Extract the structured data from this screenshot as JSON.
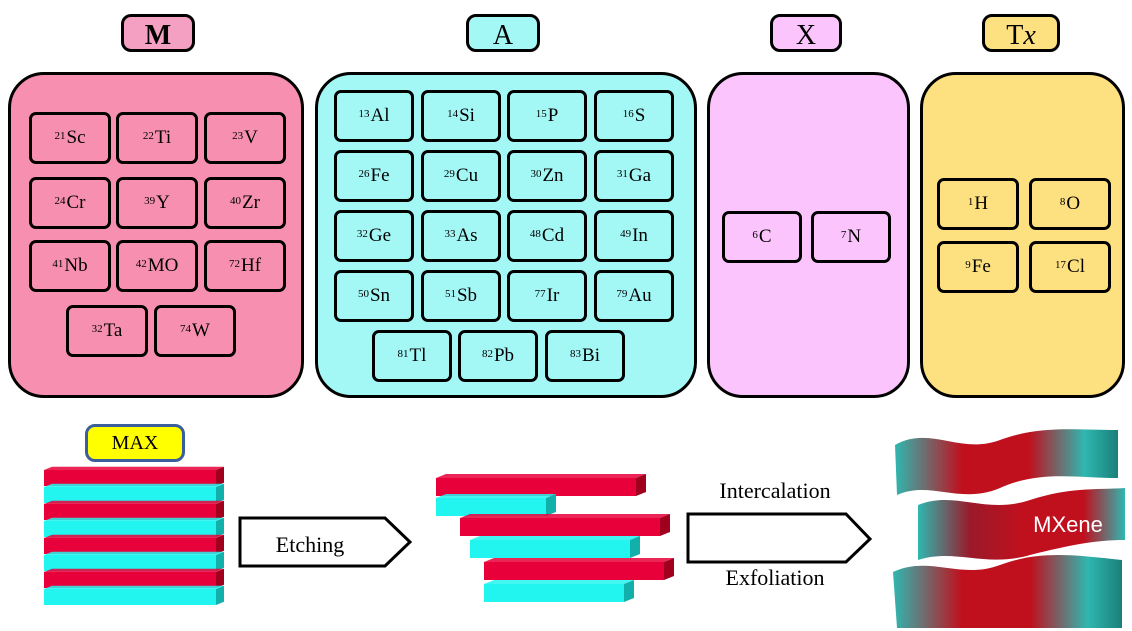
{
  "groups": {
    "m": {
      "label": "M",
      "color": "#f78fb0",
      "label_color": "#f3a0c2",
      "elements": [
        {
          "num": "21",
          "sym": "Sc"
        },
        {
          "num": "22",
          "sym": "Ti"
        },
        {
          "num": "23",
          "sym": "V"
        },
        {
          "num": "24",
          "sym": "Cr"
        },
        {
          "num": "39",
          "sym": "Y"
        },
        {
          "num": "40",
          "sym": "Zr"
        },
        {
          "num": "41",
          "sym": "Nb"
        },
        {
          "num": "42",
          "sym": "MO"
        },
        {
          "num": "72",
          "sym": "Hf"
        },
        {
          "num": "32",
          "sym": "Ta"
        },
        {
          "num": "74",
          "sym": "W"
        }
      ]
    },
    "a": {
      "label": "A",
      "color": "#a3f8f6",
      "label_color": "#a3f8f6",
      "elements": [
        {
          "num": "13",
          "sym": "Al"
        },
        {
          "num": "14",
          "sym": "Si"
        },
        {
          "num": "15",
          "sym": "P"
        },
        {
          "num": "16",
          "sym": "S"
        },
        {
          "num": "26",
          "sym": "Fe"
        },
        {
          "num": "29",
          "sym": "Cu"
        },
        {
          "num": "30",
          "sym": "Zn"
        },
        {
          "num": "31",
          "sym": "Ga"
        },
        {
          "num": "32",
          "sym": "Ge"
        },
        {
          "num": "33",
          "sym": "As"
        },
        {
          "num": "48",
          "sym": "Cd"
        },
        {
          "num": "49",
          "sym": "In"
        },
        {
          "num": "50",
          "sym": "Sn"
        },
        {
          "num": "51",
          "sym": "Sb"
        },
        {
          "num": "77",
          "sym": "Ir"
        },
        {
          "num": "79",
          "sym": "Au"
        },
        {
          "num": "81",
          "sym": "Tl"
        },
        {
          "num": "82",
          "sym": "Pb"
        },
        {
          "num": "83",
          "sym": "Bi"
        }
      ]
    },
    "x": {
      "label": "X",
      "color": "#fcc4fc",
      "label_color": "#fcc4fc",
      "elements": [
        {
          "num": "6",
          "sym": "C"
        },
        {
          "num": "7",
          "sym": "N"
        }
      ]
    },
    "tx": {
      "label_main": "T",
      "label_sub": "x",
      "color": "#fde07f",
      "label_color": "#fde07f",
      "elements": [
        {
          "num": "1",
          "sym": "H"
        },
        {
          "num": "8",
          "sym": "O"
        },
        {
          "num": "9",
          "sym": "Fe"
        },
        {
          "num": "17",
          "sym": "Cl"
        }
      ]
    }
  },
  "process": {
    "max_label": "MAX",
    "max_label_color": "#ffff00",
    "etching_label": "Etching",
    "intercalation_label": "Intercalation",
    "exfoliation_label": "Exfoliation",
    "mxene_label": "MXene",
    "layer_red": "#e8003a",
    "layer_cyan": "#22f5f0",
    "sheet_red": "#c0101e",
    "sheet_teal": "#2fb7b0"
  }
}
